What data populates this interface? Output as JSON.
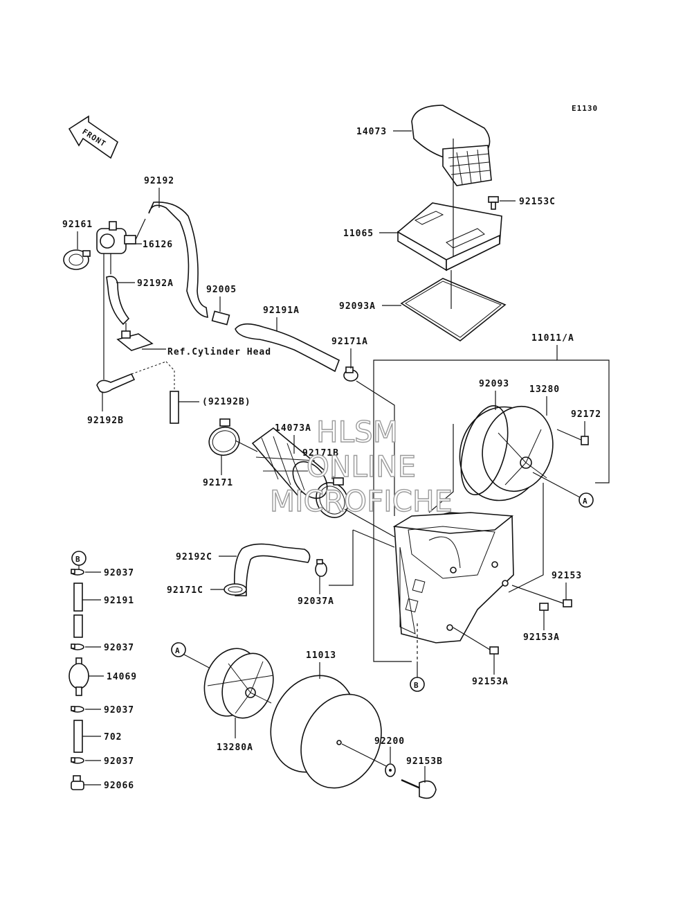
{
  "diagram_code": "E1130",
  "front_arrow_label": "FRONT",
  "watermark": {
    "line1": "HLSM",
    "line2": "ONLINE",
    "line3": "MICROFICHE"
  },
  "reference_note": "Ref.Cylinder Head",
  "callouts": {
    "a": "A",
    "b": "B"
  },
  "labels": {
    "p14073": "14073",
    "p92153C": "92153C",
    "p11065": "11065",
    "p92093A": "92093A",
    "p11011A": "11011/A",
    "p92093": "92093",
    "p13280": "13280",
    "p92172": "92172",
    "p92192": "92192",
    "p92161": "92161",
    "p16126": "16126",
    "p92192A": "92192A",
    "p92005": "92005",
    "p92191A": "92191A",
    "p92171A": "92171A",
    "p92192B_paren": "(92192B)",
    "p92192B": "92192B",
    "p14073A": "14073A",
    "p92171B": "92171B",
    "p92171": "92171",
    "p92192C": "92192C",
    "p92171C": "92171C",
    "p92037A": "92037A",
    "p92153": "92153",
    "p92153A_1": "92153A",
    "p92153A_2": "92153A",
    "p92037_1": "92037",
    "p92191": "92191",
    "p92037_2": "92037",
    "p14069": "14069",
    "p92037_3": "92037",
    "p702": "702",
    "p92037_4": "92037",
    "p92066": "92066",
    "p11013": "11013",
    "p13280A": "13280A",
    "p92200": "92200",
    "p92153B": "92153B"
  }
}
